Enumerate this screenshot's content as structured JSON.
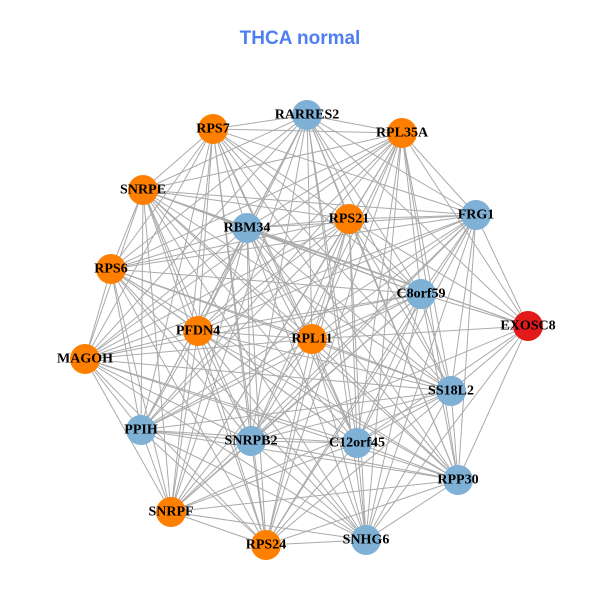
{
  "title": "THCA normal",
  "colors": {
    "blue": "#7fb0d5",
    "orange": "#ff7f00",
    "red": "#e31a1c",
    "edge": "#aaaaaa",
    "title": "#4f7ef2"
  },
  "nodes": [
    {
      "label": "RARRES2",
      "group": "blue"
    },
    {
      "label": "RPS7",
      "group": "orange"
    },
    {
      "label": "RPL35A",
      "group": "orange"
    },
    {
      "label": "SNRPE",
      "group": "orange"
    },
    {
      "label": "RBM34",
      "group": "blue"
    },
    {
      "label": "RPS21",
      "group": "orange"
    },
    {
      "label": "FRG1",
      "group": "blue"
    },
    {
      "label": "RPS6",
      "group": "orange"
    },
    {
      "label": "C8orf59",
      "group": "blue"
    },
    {
      "label": "EXOSC8",
      "group": "red"
    },
    {
      "label": "PFDN4",
      "group": "orange"
    },
    {
      "label": "RPL11",
      "group": "orange"
    },
    {
      "label": "MAGOH",
      "group": "orange"
    },
    {
      "label": "SS18L2",
      "group": "blue"
    },
    {
      "label": "PPIH",
      "group": "blue"
    },
    {
      "label": "SNRPB2",
      "group": "blue"
    },
    {
      "label": "C12orf45",
      "group": "blue"
    },
    {
      "label": "RPP30",
      "group": "blue"
    },
    {
      "label": "SNRPF",
      "group": "orange"
    },
    {
      "label": "RPS24",
      "group": "orange"
    },
    {
      "label": "SNHG6",
      "group": "blue"
    }
  ],
  "missing_edges": [
    [
      "EXOSC8",
      "MAGOH"
    ],
    [
      "EXOSC8",
      "PPIH"
    ],
    [
      "EXOSC8",
      "SNRPF"
    ],
    [
      "EXOSC8",
      "RPS24"
    ],
    [
      "EXOSC8",
      "PFDN4"
    ],
    [
      "EXOSC8",
      "RPS6"
    ],
    [
      "EXOSC8",
      "RPS7"
    ],
    [
      "SNHG6",
      "RPS7"
    ],
    [
      "RPS24",
      "RARRES2"
    ]
  ]
}
